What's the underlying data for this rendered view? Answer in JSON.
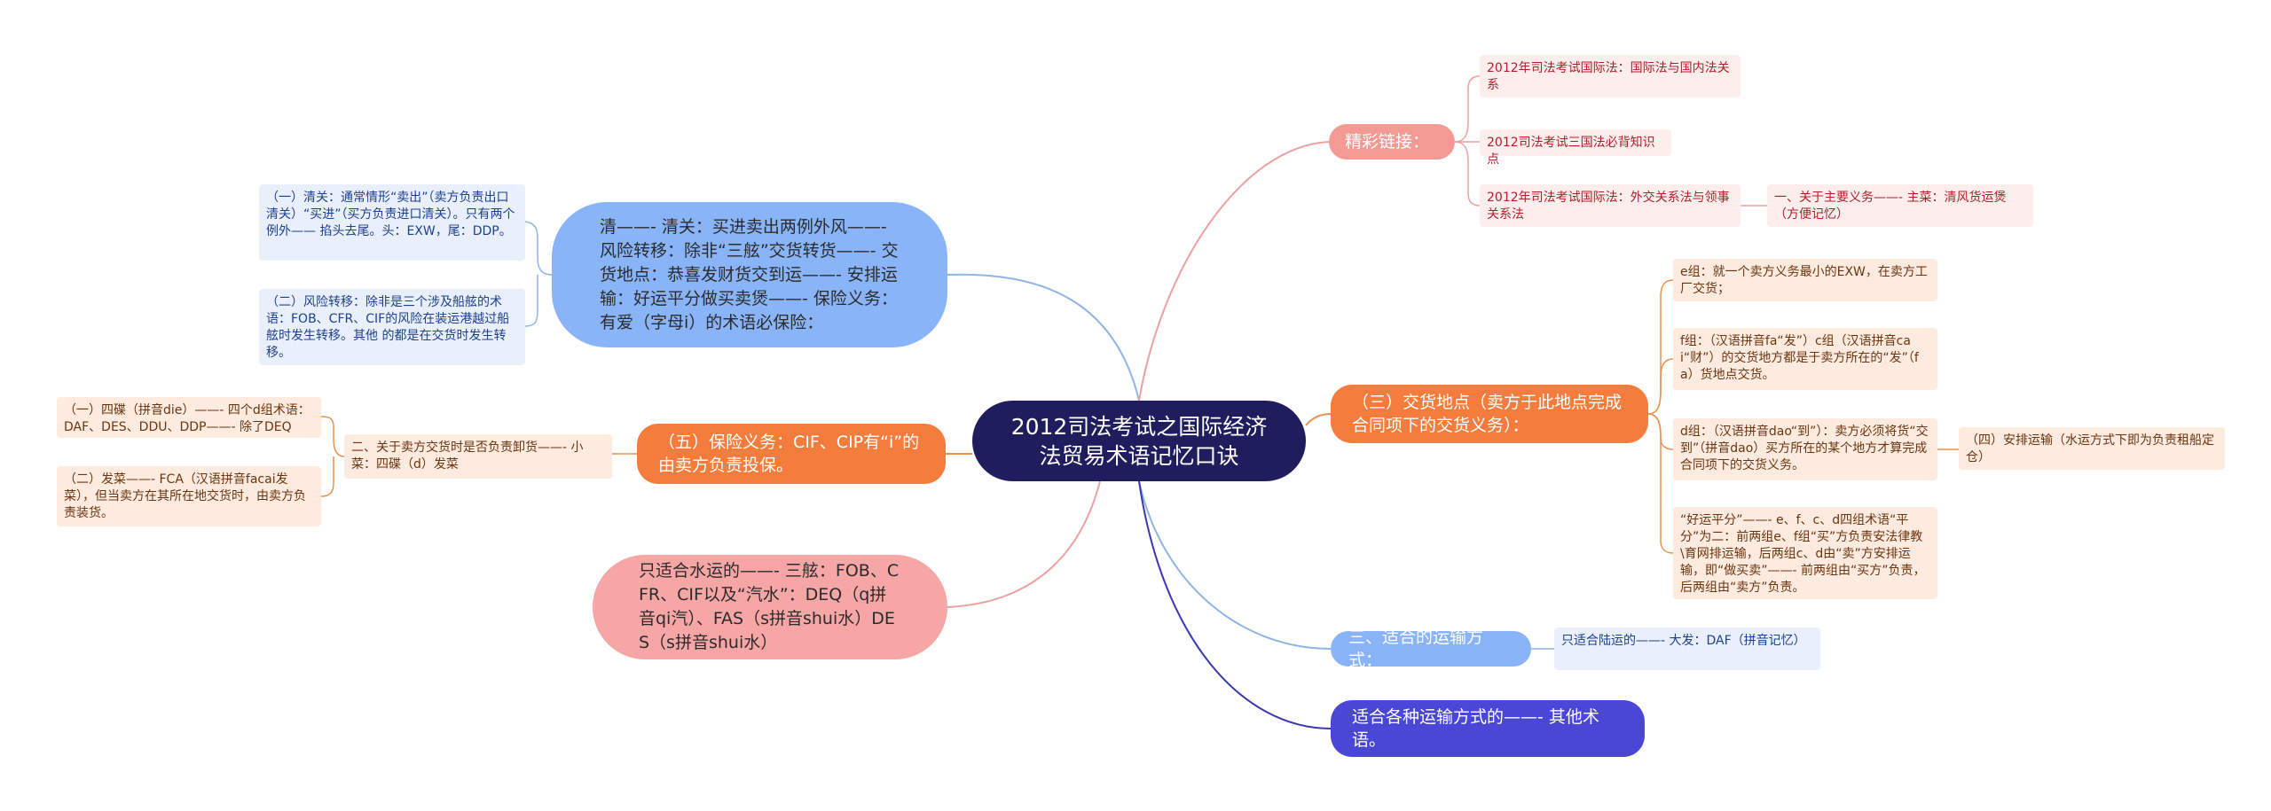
{
  "central": {
    "title": "2012司法考试之国际经济法贸易术语记忆口诀"
  },
  "branches": {
    "qing": {
      "text": "清——- 清关：买进卖出两例外风——- 风险转移：除非“三舷”交货转货——- 交货地点：恭喜发财货交到运——- 安排运输：好运平分做买卖煲——- 保险义务：有爱（字母i）的术语必保险："
    },
    "qing_leaf1": {
      "text": "（一）清关：通常情形“卖出”（卖方负责出口清关）“买进”（买方负责进口清关）。只有两个例外—— 掐头去尾。头：EXW，尾：DDP。"
    },
    "qing_leaf2": {
      "text": "（二）风险转移：除非是三个涉及船舷的术语：FOB、CFR、CIF的风险在装运港越过船舷时发生转移。其他 的都是在交货时发生转移。"
    },
    "baoxian": {
      "text": "（五）保险义务：CIF、CIP有“i”的由卖方负责投保。"
    },
    "baoxian_sub": {
      "text": "二、关于卖方交货时是否负责卸货——- 小菜：四碟（d）发菜"
    },
    "baoxian_leaf1": {
      "text": "（一）四碟（拼音die）——- 四个d组术语：DAF、DES、DDU、DDP——- 除了DEQ"
    },
    "baoxian_leaf2": {
      "text": "（二）发菜——- FCA（汉语拼音facai发菜），但当卖方在其所在地交货时，由卖方负责装货。"
    },
    "shuiyun": {
      "text": "只适合水运的——- 三舷：FOB、CFR、CIF以及“汽水”：DEQ（q拼音qi汽）、FAS（s拼音shui水）DES（s拼音shui水）"
    },
    "jingcai": {
      "label": "精彩链接："
    },
    "jingcai_leaves": [
      "2012年司法考试国际法：国际法与国内法关系",
      "2012司法考试三国法必背知识点",
      "2012年司法考试国际法：外交关系法与领事关系法"
    ],
    "jingcai_sub": {
      "text": "一、关于主要义务——- 主菜：清风货运煲（方便记忆）"
    },
    "jiaohuo": {
      "text": "（三）交货地点（卖方于此地点完成合同项下的交货义务）："
    },
    "jiaohuo_leaves": [
      "e组：就一个卖方义务最小的EXW，在卖方工厂交货；",
      "f组：（汉语拼音fa“发”）c组（汉语拼音cai“财”）的交货地方都是于卖方所在的“发”（fa）货地点交货。",
      "d组：（汉语拼音dao“到”）：卖方必须将货“交到”（拼音dao）买方所在的某个地方才算完成合同项下的交货义务。",
      "“好运平分”——- e、f、c、d四组术语“平分”为二：前两组e、f组“买”方负责安法律教\\育网排运输，后两组c、d由“卖”方安排运输，即“做买卖”——- 前两组由“买方”负责，后两组由“卖方”负责。"
    ],
    "jiaohuo_sub": {
      "text": "（四）安排运输（水运方式下即为负责租船定仓）"
    },
    "yunshu": {
      "label": "三、适合的运输方式："
    },
    "yunshu_leaf": {
      "text": "只适合陆运的——- 大发：DAF（拼音记忆）"
    },
    "qita": {
      "text": "适合各种运输方式的——- 其他术语。"
    }
  },
  "colors": {
    "central": "#1f1d5e",
    "blue": "#8ab4f8",
    "orange": "#f47c3c",
    "pink": "#f7a6a6",
    "salmon": "#f29a93",
    "indigo": "#4a46d6",
    "blue_line": "#8fb4e6",
    "orange_line": "#e8924f",
    "red_line": "#eea0a0",
    "indigo_line": "#3a37b0"
  }
}
